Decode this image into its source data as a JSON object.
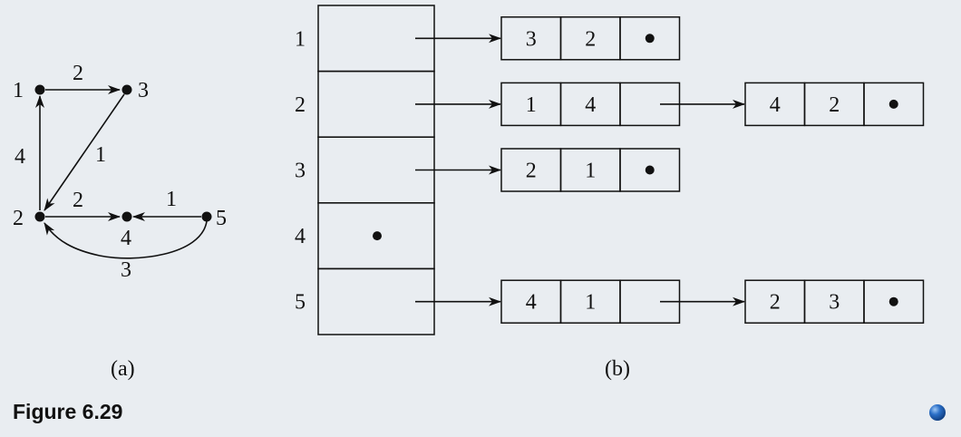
{
  "figure_label": "Figure 6.29",
  "colors": {
    "background": "#e9edf1",
    "ink": "#111111",
    "accent": "#1e63a8",
    "dot_blue": "#2b6fc7"
  },
  "graph": {
    "caption": "(a)",
    "nodes": [
      {
        "id": "1",
        "label": "1"
      },
      {
        "id": "3",
        "label": "3"
      },
      {
        "id": "2",
        "label": "2"
      },
      {
        "id": "4",
        "label": "4"
      },
      {
        "id": "5",
        "label": "5"
      }
    ],
    "edges": [
      {
        "from": "1",
        "to": "3",
        "weight": "2"
      },
      {
        "from": "3",
        "to": "2",
        "weight": "1"
      },
      {
        "from": "2",
        "to": "1",
        "weight": "4"
      },
      {
        "from": "2",
        "to": "4",
        "weight": "2"
      },
      {
        "from": "5",
        "to": "4",
        "weight": "1"
      },
      {
        "from": "5",
        "to": "2",
        "weight": "3"
      }
    ]
  },
  "adjacency": {
    "caption": "(b)",
    "rows": [
      {
        "index": "1",
        "empty": false,
        "lists": [
          [
            "3",
            "2"
          ]
        ]
      },
      {
        "index": "2",
        "empty": false,
        "lists": [
          [
            "1",
            "4"
          ],
          [
            "4",
            "2"
          ]
        ]
      },
      {
        "index": "3",
        "empty": false,
        "lists": [
          [
            "2",
            "1"
          ]
        ]
      },
      {
        "index": "4",
        "empty": true,
        "lists": []
      },
      {
        "index": "5",
        "empty": false,
        "lists": [
          [
            "4",
            "1"
          ],
          [
            "2",
            "3"
          ]
        ]
      }
    ]
  }
}
